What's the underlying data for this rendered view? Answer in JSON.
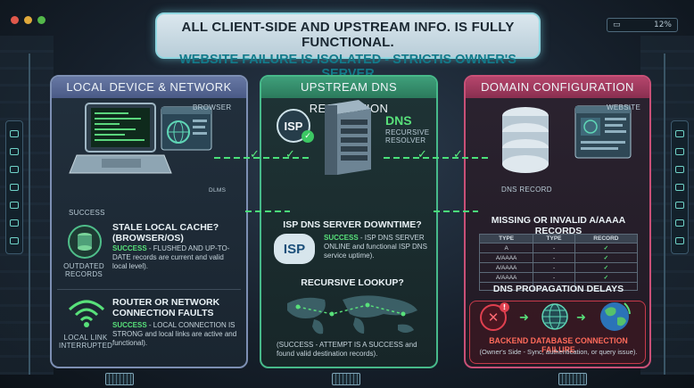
{
  "banner": {
    "line1": "ALL CLIENT-SIDE AND UPSTREAM INFO. IS FULLY FUNCTIONAL.",
    "line2": "WEBSITE FAILURE IS ISOLATED - STRICTIS OWNER'S SERVER"
  },
  "zoom": {
    "label": "12%"
  },
  "colors": {
    "success": "#58e07a",
    "local": "#6778a4",
    "upstream": "#3f9f7a",
    "domain": "#b5456c",
    "error": "#c83a4a"
  },
  "local": {
    "title": "LOCAL DEVICE & NETWORK",
    "browser_label": "BROWSER",
    "dlms_label": "DLMS",
    "success_label": "SUCCESS",
    "cache_heading": "STALE LOCAL CACHE? (BROWSER/OS)",
    "cache_success": "SUCCESS",
    "cache_body": " - FLUSHED AND UP-TO-DATE records are current and valid local level).",
    "outdated_label": "OUTDATED RECORDS",
    "router_heading": "ROUTER OR NETWORK CONNECTION FAULTS",
    "router_success": "SUCCESS",
    "router_body": " - LOCAL CONNECTION IS STRONG and local links are active and functional).",
    "link_label": "LOCAL LINK INTERRUPTED"
  },
  "upstream": {
    "title": "UPSTREAM DNS RESOLUTION",
    "isp_badge": "ISP",
    "dns_title": "DNS",
    "dns_sub": "RECURSIVE RESOLVER",
    "isp_heading": "ISP DNS SERVER DOWNTIME?",
    "isp_success": "SUCCESS",
    "isp_body": " - ISP DNS SERVER ONLINE and functional ISP DNS service uptime).",
    "recursive_heading": "RECURSIVE LOOKUP?",
    "recursive_body": "(SUCCESS - ATTEMPT IS A SUCCESS and found valid destination records)."
  },
  "domain": {
    "title": "DOMAIN CONFIGURATION",
    "website_label": "WEBSITE",
    "dns_record_label": "DNS RECORD",
    "records_heading": "MISSING OR INVALID A/AAAA RECORDS",
    "table_headers": [
      "TYPE",
      "TYPE",
      "RECORD"
    ],
    "table_rows": [
      [
        "A",
        "-",
        "✓"
      ],
      [
        "A/AAAA",
        "-",
        "✓"
      ],
      [
        "A/AAAA",
        "-",
        "✓"
      ],
      [
        "A/AAAA",
        "-",
        "✓"
      ],
      [
        "",
        "",
        ""
      ]
    ],
    "propagation_heading": "DNS PROPAGATION DELAYS",
    "backend_heading": "BACKEND DATABASE CONNECTION FAILURE",
    "backend_body": "(Owner's Side - Sync, authentication, or query issue)."
  }
}
